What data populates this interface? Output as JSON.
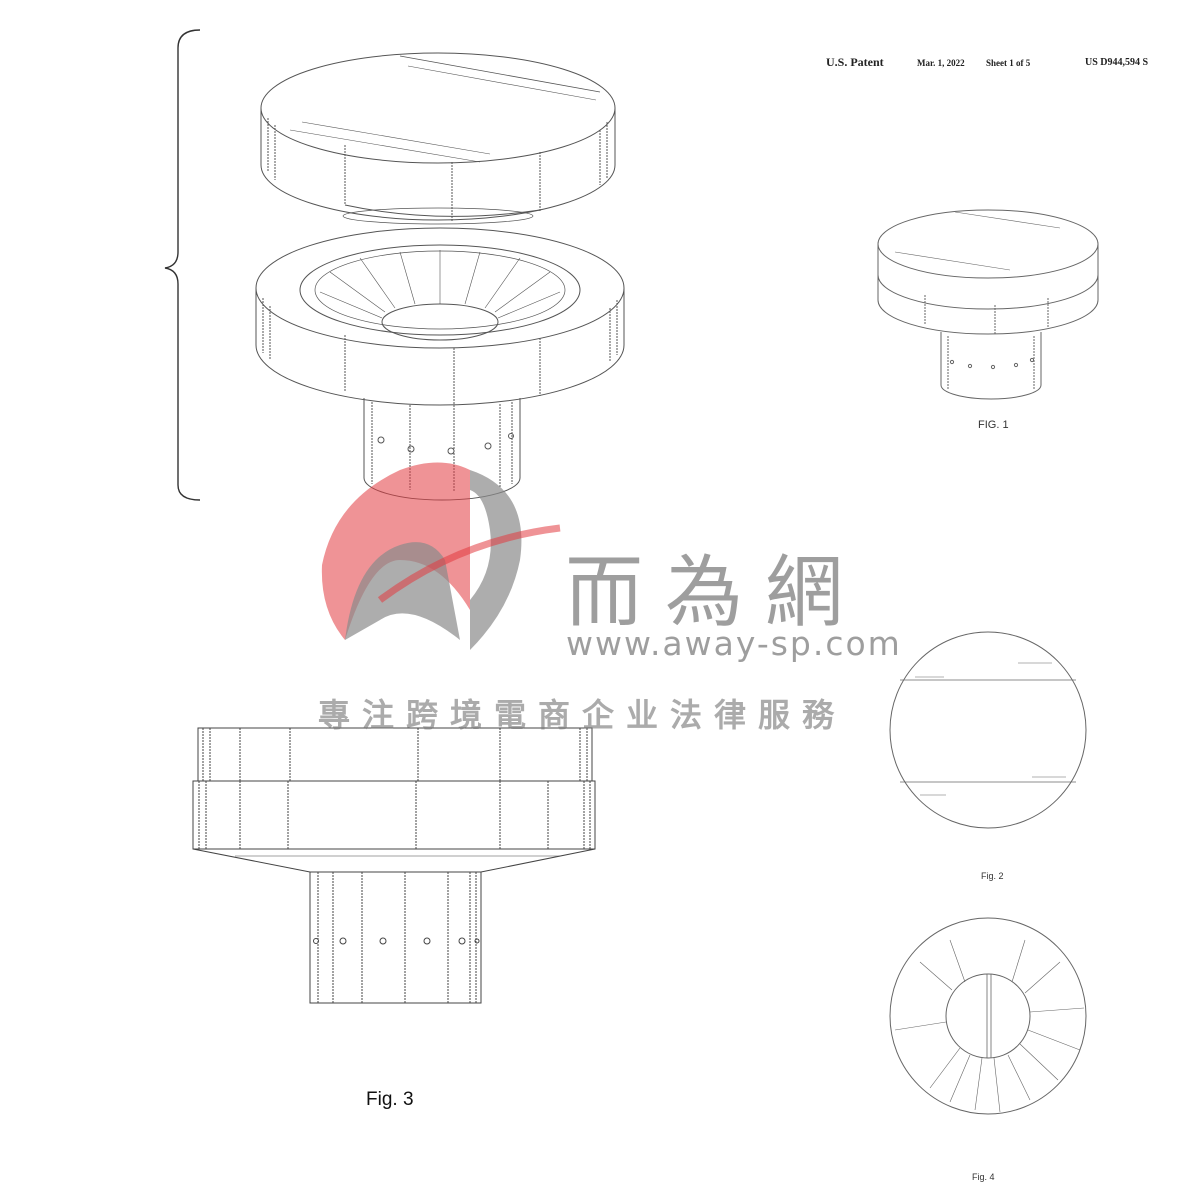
{
  "header": {
    "patent_label": "U.S. Patent",
    "date": "Mar. 1, 2022",
    "sheet": "Sheet 1 of 5",
    "patent_number": "US D944,594 S"
  },
  "figures": {
    "fig1": "FIG. 1",
    "fig2": "Fig. 2",
    "fig3": "Fig. 3",
    "fig4": "Fig. 4"
  },
  "watermark": {
    "title": "而為網",
    "url": "www.away-sp.com",
    "slogan": "專注跨境電商企业法律服務",
    "colors": {
      "red": "#e23a3f",
      "gray": "#8a8a8a"
    }
  }
}
